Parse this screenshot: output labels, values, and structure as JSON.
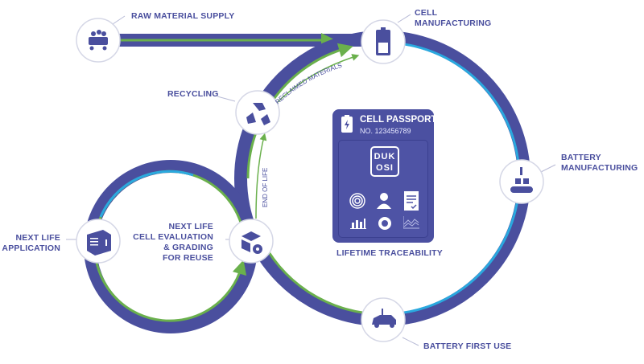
{
  "colors": {
    "navy": "#4a4f9e",
    "green": "#6ab04c",
    "cyan": "#2aa9df",
    "node_border": "#d5d7e6"
  },
  "labels": {
    "raw_material": "RAW MATERIAL SUPPLY",
    "cell_manufacturing": [
      "CELL",
      "MANUFACTURING"
    ],
    "battery_manufacturing": [
      "BATTERY",
      "MANUFACTURING"
    ],
    "battery_first_use": "BATTERY FIRST USE",
    "recycling": "RECYCLING",
    "next_life_eval": [
      "NEXT LIFE",
      "CELL EVALUATION",
      "& GRADING",
      "FOR REUSE"
    ],
    "next_life_application": [
      "NEXT LIFE",
      "APPLICATION"
    ],
    "reclaimed_materials": "RECLAIMED MATERIALS",
    "end_of_life": "END OF LIFE"
  },
  "passport": {
    "title": "CELL PASSPORT",
    "number": "NO. 123456789",
    "logo_line1": "DUK",
    "logo_line2": "OSI",
    "caption": "LIFETIME TRACEABILITY"
  }
}
